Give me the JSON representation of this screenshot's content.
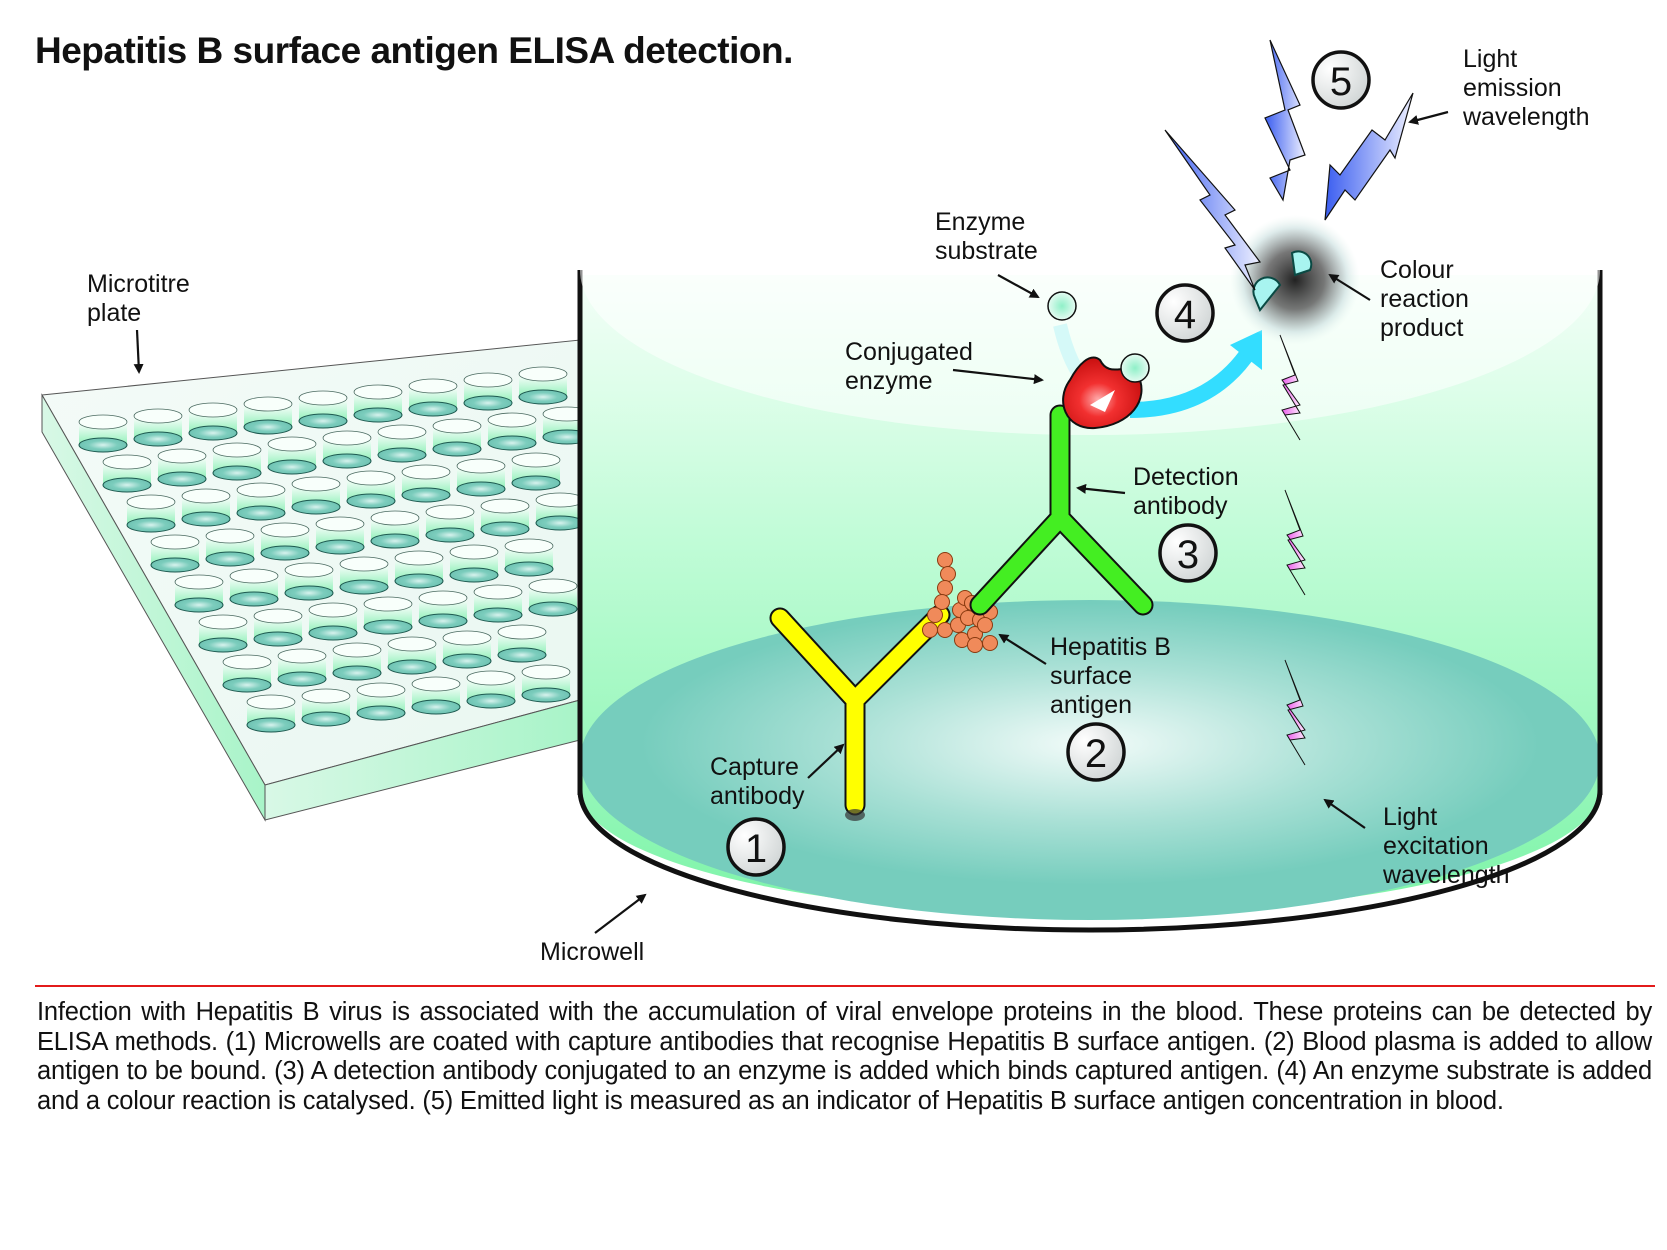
{
  "title": "Hepatitis B surface antigen ELISA detection.",
  "labels": {
    "microtitre_plate": [
      "Microtitre",
      "plate"
    ],
    "microwell": "Microwell",
    "capture_antibody": [
      "Capture",
      "antibody"
    ],
    "hbsag": [
      "Hepatitis B",
      "surface",
      "antigen"
    ],
    "detection_antibody": [
      "Detection",
      "antibody"
    ],
    "conjugated_enzyme": [
      "Conjugated",
      "enzyme"
    ],
    "enzyme_substrate": [
      "Enzyme",
      "substrate"
    ],
    "colour_product": [
      "Colour",
      "reaction",
      "product"
    ],
    "light_emission": [
      "Light",
      "emission",
      "wavelength"
    ],
    "light_excitation": [
      "Light",
      "excitation",
      "wavelength"
    ]
  },
  "steps": [
    "1",
    "2",
    "3",
    "4",
    "5"
  ],
  "colors": {
    "well_fluid": "#a0fbc6",
    "well_bottom": "#76cdbd",
    "capture_antibody": "#ffff00",
    "detection_antibody": "#44ee22",
    "enzyme": "#e82020",
    "antigen": "#f08a5a",
    "emission_light": "#5577ee",
    "excitation_light": "#ee66ee",
    "rule": "#e31b1b"
  },
  "caption": "Infection with Hepatitis B virus is associated with the accumulation of viral envelope proteins in the blood. These  proteins can be detected by ELISA methods. (1) Microwells are coated with capture antibodies that recognise Hepatitis B surface antigen. (2) Blood plasma is added to allow antigen to be bound. (3) A detection antibody conjugated to an enzyme is  added which binds captured antigen. (4) An enzyme substrate is added and a colour reaction is catalysed. (5) Emitted light is measured as an indicator of Hepatitis B surface antigen concentration in blood."
}
